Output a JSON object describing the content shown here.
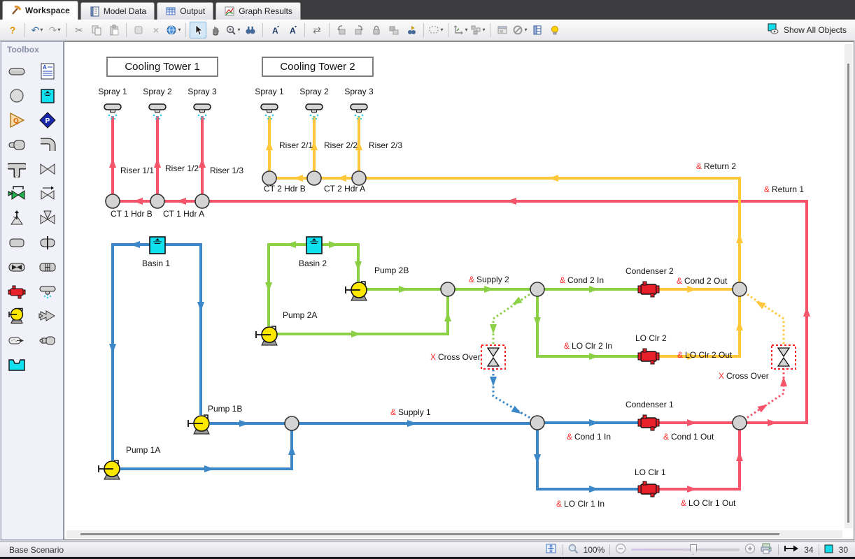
{
  "tabs": [
    {
      "label": "Workspace"
    },
    {
      "label": "Model Data"
    },
    {
      "label": "Output"
    },
    {
      "label": "Graph Results"
    }
  ],
  "toolbar": {
    "show_all_objects": "Show All Objects"
  },
  "toolbox": {
    "title": "Toolbox",
    "tools": [
      "pipe",
      "annotation",
      "branch",
      "reservoir",
      "assigned-flow",
      "assigned-pressure",
      "reducer",
      "bend",
      "tee",
      "valve",
      "control-valve",
      "check-valve",
      "relief-valve",
      "three-way-valve",
      "general-component",
      "gate-valve",
      "venturi",
      "tube-bundle",
      "heat-exchanger",
      "spray-discharge",
      "pump",
      "turbine",
      "jet-pump",
      "orifice",
      "open-tank"
    ]
  },
  "statusbar": {
    "scenario": "Base Scenario",
    "zoom_level": "100%",
    "pipe_count": "34",
    "junction_count": "30"
  },
  "colors": {
    "pipe_red": "#F4556B",
    "pipe_yellow": "#FFC83C",
    "pipe_green": "#8CD046",
    "pipe_blue": "#3B87C8",
    "junction_fill": "#D4D4D4",
    "heat_exchanger": "#E8202A",
    "pump": "#FFE800",
    "reservoir": "#10E0F0",
    "label_accent": "#FF2A2A"
  },
  "diagram": {
    "titles": [
      "Cooling Tower 1",
      "Cooling Tower 2"
    ],
    "labels": [
      {
        "p": "",
        "t": "Spray 1"
      },
      {
        "p": "",
        "t": "Spray 2"
      },
      {
        "p": "",
        "t": "Spray 3"
      },
      {
        "p": "",
        "t": "Spray 1"
      },
      {
        "p": "",
        "t": "Spray 2"
      },
      {
        "p": "",
        "t": "Spray 3"
      },
      {
        "p": "",
        "t": "Riser 1/1"
      },
      {
        "p": "",
        "t": "Riser 1/2"
      },
      {
        "p": "",
        "t": "Riser 1/3"
      },
      {
        "p": "",
        "t": "Riser 2/1"
      },
      {
        "p": "",
        "t": "Riser 2/2"
      },
      {
        "p": "",
        "t": "Riser 2/3"
      },
      {
        "p": "",
        "t": "CT 1 Hdr B"
      },
      {
        "p": "",
        "t": "CT 1 Hdr A"
      },
      {
        "p": "",
        "t": "CT 2 Hdr B"
      },
      {
        "p": "",
        "t": "CT 2 Hdr A"
      },
      {
        "p": "&",
        "t": "Return 2"
      },
      {
        "p": "&",
        "t": "Return 1"
      },
      {
        "p": "",
        "t": "Basin 1"
      },
      {
        "p": "",
        "t": "Basin 2"
      },
      {
        "p": "",
        "t": "Pump 2B"
      },
      {
        "p": "",
        "t": "Pump 2A"
      },
      {
        "p": "",
        "t": "Pump 1B"
      },
      {
        "p": "",
        "t": "Pump 1A"
      },
      {
        "p": "&",
        "t": "Supply 2"
      },
      {
        "p": "&",
        "t": "Supply 1"
      },
      {
        "p": "&",
        "t": "Cond 2 In"
      },
      {
        "p": "",
        "t": "Condenser 2"
      },
      {
        "p": "&",
        "t": "Cond 2 Out"
      },
      {
        "p": "",
        "t": "LO Clr 2"
      },
      {
        "p": "&",
        "t": "LO Clr 2 In"
      },
      {
        "p": "&",
        "t": "LO Clr 2 Out"
      },
      {
        "p": "X",
        "t": "Cross Over"
      },
      {
        "p": "X",
        "t": "Cross Over"
      },
      {
        "p": "&",
        "t": "Cond 1 In"
      },
      {
        "p": "",
        "t": "Condenser 1"
      },
      {
        "p": "&",
        "t": "Cond 1 Out"
      },
      {
        "p": "",
        "t": "LO Clr 1"
      },
      {
        "p": "&",
        "t": "LO Clr 1 In"
      },
      {
        "p": "&",
        "t": "LO Clr 1 Out"
      }
    ]
  }
}
